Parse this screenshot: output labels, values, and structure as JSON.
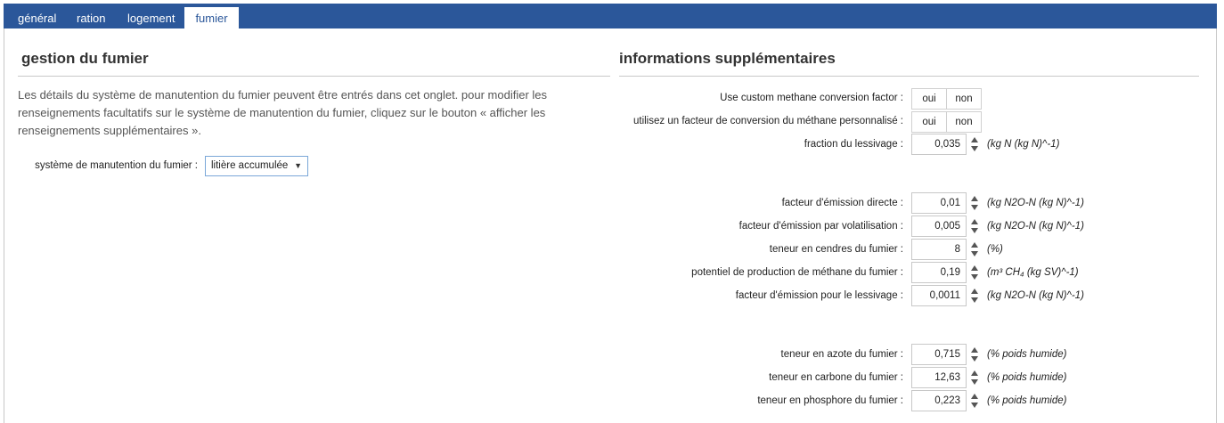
{
  "tabs": [
    {
      "label": "général"
    },
    {
      "label": "ration"
    },
    {
      "label": "logement"
    },
    {
      "label": "fumier"
    }
  ],
  "left": {
    "title": "gestion du fumier",
    "description": "Les détails du système de manutention du fumier peuvent être entrés dans cet onglet. pour modifier les renseignements facultatifs sur le système de manutention du fumier, cliquez sur le bouton « afficher les renseignements supplémentaires ».",
    "system_label": "système de manutention du fumier :",
    "system_value": "litière accumulée"
  },
  "right": {
    "title": "informations supplémentaires",
    "toggles": [
      {
        "label": "Use custom methane conversion factor :",
        "yes": "oui",
        "no": "non"
      },
      {
        "label": "utilisez un facteur de conversion du méthane personnalisé :",
        "yes": "oui",
        "no": "non"
      }
    ],
    "fields": [
      {
        "label": "fraction du lessivage :",
        "value": "0,035",
        "unit": "(kg N (kg N)^-1)"
      },
      {
        "label": "facteur d'émission directe :",
        "value": "0,01",
        "unit": "(kg N2O-N (kg N)^-1)"
      },
      {
        "label": "facteur d'émission par volatilisation :",
        "value": "0,005",
        "unit": "(kg N2O-N (kg N)^-1)"
      },
      {
        "label": "teneur en cendres du fumier :",
        "value": "8",
        "unit": "(%)"
      },
      {
        "label": "potentiel de production de méthane du fumier :",
        "value": "0,19",
        "unit": "(m³ CH₄ (kg SV)^-1)"
      },
      {
        "label": "facteur d'émission pour le lessivage :",
        "value": "0,0011",
        "unit": "(kg N2O-N (kg N)^-1)"
      },
      {
        "label": "teneur en azote du fumier :",
        "value": "0,715",
        "unit": "(% poids humide)"
      },
      {
        "label": "teneur en carbone du fumier :",
        "value": "12,63",
        "unit": "(% poids humide)"
      },
      {
        "label": "teneur en phosphore du fumier :",
        "value": "0,223",
        "unit": "(% poids humide)"
      }
    ]
  },
  "colors": {
    "tabbar": "#2b579a",
    "accent_border": "#7aa7d8"
  }
}
